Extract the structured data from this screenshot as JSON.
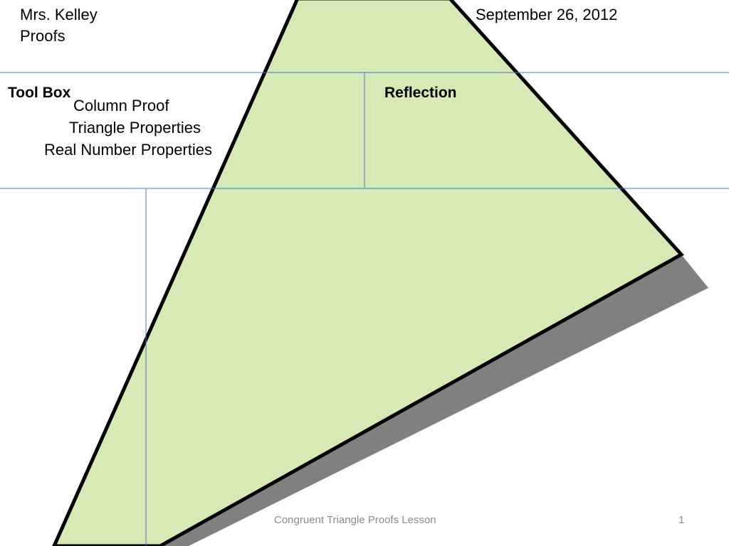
{
  "header": {
    "teacher": "Mrs. Kelley",
    "topic": "Proofs",
    "date": "September 26, 2012"
  },
  "tool_box": {
    "label": "Tool Box",
    "items": [
      "Column Proof",
      "Triangle Properties",
      "Real Number Properties"
    ]
  },
  "reflection": {
    "label": "Reflection"
  },
  "footer": {
    "title": "Congruent Triangle Proofs Lesson",
    "page_number": "1"
  },
  "colors": {
    "triangle_fill": "#d7e9b4",
    "triangle_outline": "#000000",
    "shadow": "#808080",
    "divider_lines": "#4f74c2",
    "footer_text": "#8c8c8c"
  }
}
